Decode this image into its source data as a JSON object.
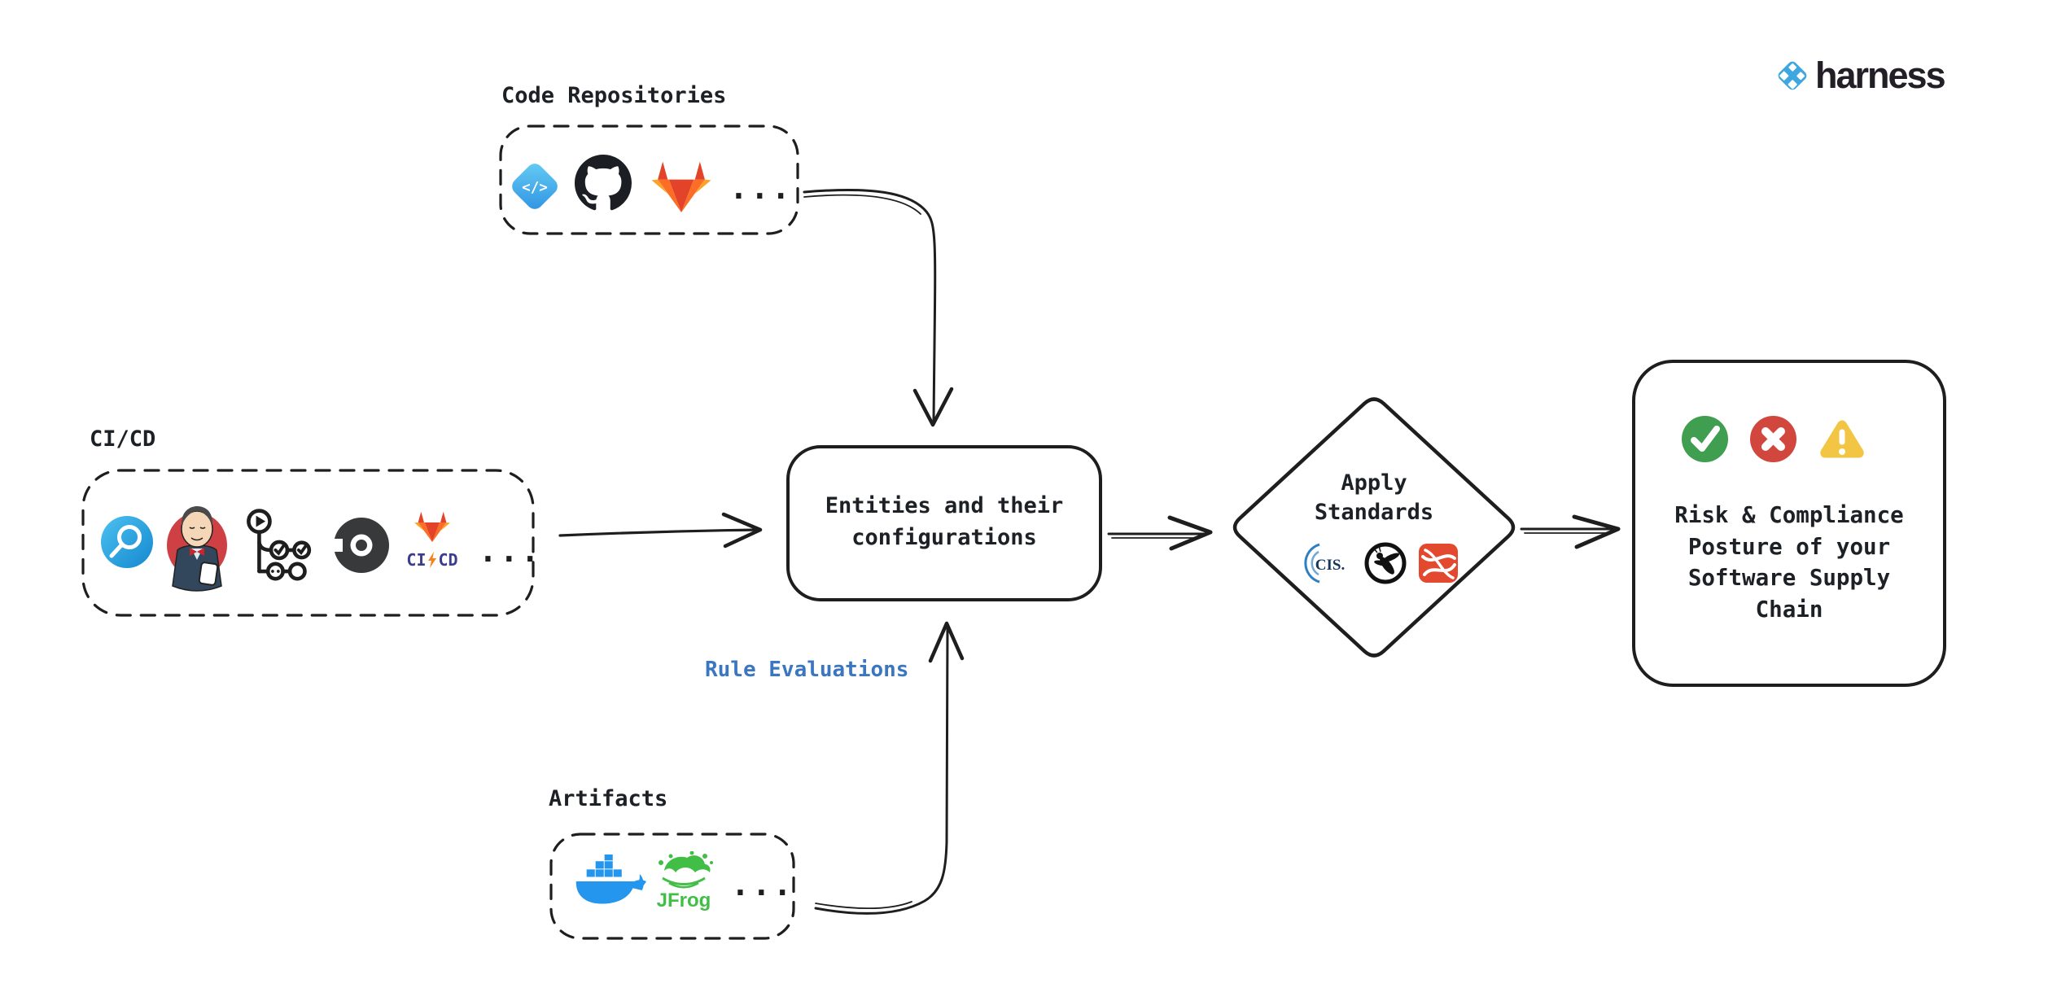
{
  "brand": {
    "name": "harness"
  },
  "groups": {
    "code_repositories": {
      "label": "Code Repositories",
      "more": "...",
      "icons": [
        "code-repo-icon",
        "github-icon",
        "gitlab-icon"
      ]
    },
    "cicd": {
      "label": "CI/CD",
      "more": "...",
      "icons": [
        "harness-ci-icon",
        "jenkins-icon",
        "github-actions-icon",
        "circleci-icon",
        "gitlab-cicd-icon"
      ],
      "gitlab_cicd": {
        "ci": "CI",
        "cd": "CD"
      }
    },
    "artifacts": {
      "label": "Artifacts",
      "more": "...",
      "icons": [
        "docker-icon",
        "jfrog-icon"
      ],
      "jfrog_label": "JFrog"
    }
  },
  "panel": {
    "label": "Rule Evaluations"
  },
  "nodes": {
    "entities": {
      "text": "Entities and their\nconfigurations"
    },
    "apply_standards": {
      "text": "Apply\nStandards",
      "cis_label": "CIS.",
      "standards_icons": [
        "cis-logo",
        "owasp-icon",
        "standards-vendor-icon"
      ]
    },
    "outcome": {
      "text": "Risk & Compliance\nPosture of your\nSoftware Supply\nChain",
      "status_icons": [
        "pass-check-icon",
        "fail-x-icon",
        "warning-icon"
      ]
    }
  },
  "colors": {
    "accent_blue": "#3b76c1",
    "panel_fill": "#e9f1fb",
    "stroke": "#1e1e1e",
    "pass_green": "#3f9e4f",
    "fail_red": "#d2473d",
    "warn_yellow": "#f2c644",
    "harness_blue": "#3fa7df",
    "docker_blue": "#2496ed",
    "jfrog_green": "#40be46",
    "gitlab_orange": "#e24329"
  }
}
